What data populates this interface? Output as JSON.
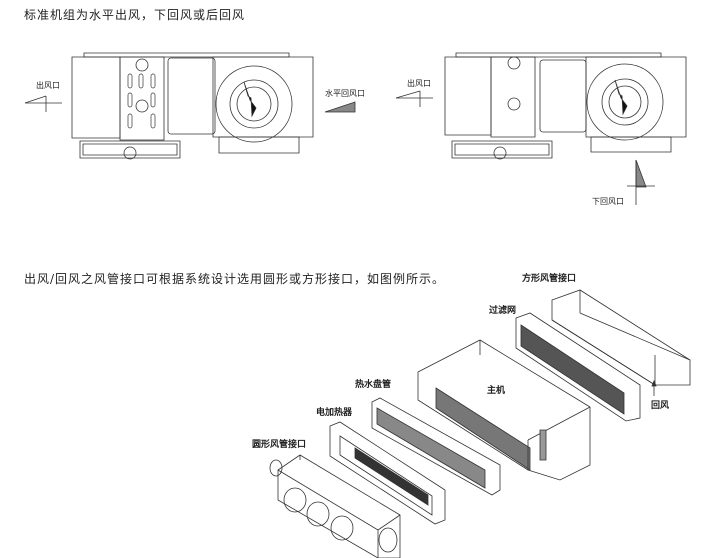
{
  "heading_top": "标准机组为水平出风，下回风或后回风",
  "diagram_left": {
    "outlet_label": "出风口",
    "return_label": "水平回风口"
  },
  "diagram_right": {
    "outlet_label": "出风口",
    "return_label": "下回风口"
  },
  "heading_bottom": "出风/回风之风管接口可根据系统设计选用圆形或方形接口，如图例所示。",
  "exploded": {
    "square_duct": "方形风管接口",
    "filter": "过滤网",
    "main_unit": "主机",
    "hot_water_coil": "热水盘管",
    "electric_heater": "电加热器",
    "round_duct": "圆形风管接口",
    "return_air": "回风"
  }
}
